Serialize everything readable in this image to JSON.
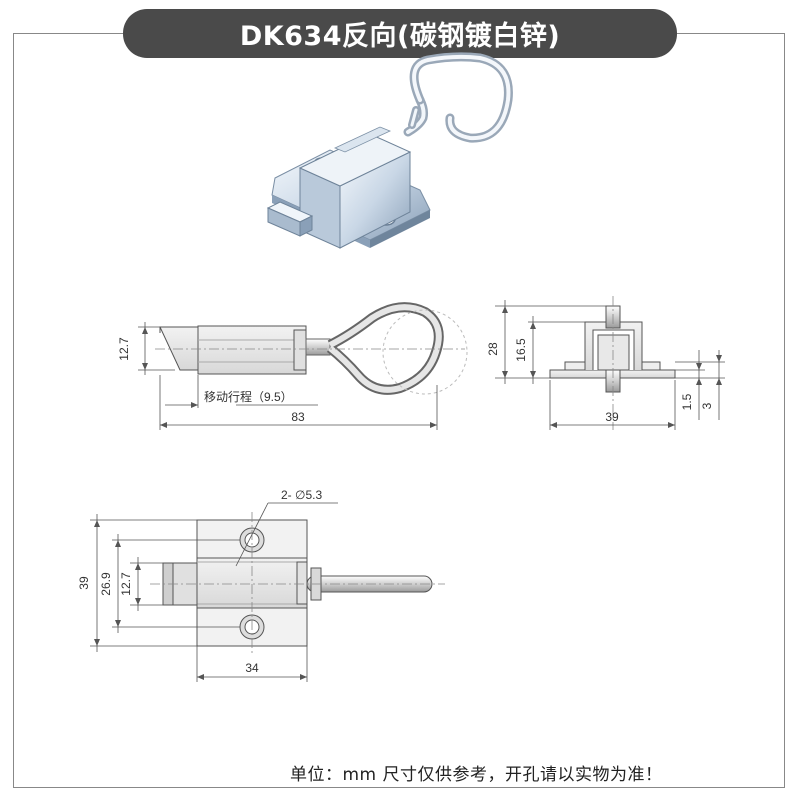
{
  "title": "DK634反向(碳钢镀白锌)",
  "footer_note": "单位：mm   尺寸仅供参考，开孔请以实物为准！",
  "colors": {
    "title_bg": "#4a4a4a",
    "frame_border": "#888888",
    "line": "#555555",
    "zinc_light": "#e6eef6",
    "zinc_dark": "#8aa0b8"
  },
  "side_view": {
    "dim_height": "12.7",
    "dim_stroke": "移动行程（9.5）",
    "dim_length": "83"
  },
  "end_view": {
    "dim_total_height": "28",
    "dim_box_height": "16.5",
    "dim_base_thick": "1.5",
    "dim_base_height": "3",
    "dim_width": "39"
  },
  "top_view": {
    "dim_holes": "2- ∅5.3",
    "dim_total": "39",
    "dim_hole_spacing": "26.9",
    "dim_bolt": "12.7",
    "dim_width": "34"
  }
}
